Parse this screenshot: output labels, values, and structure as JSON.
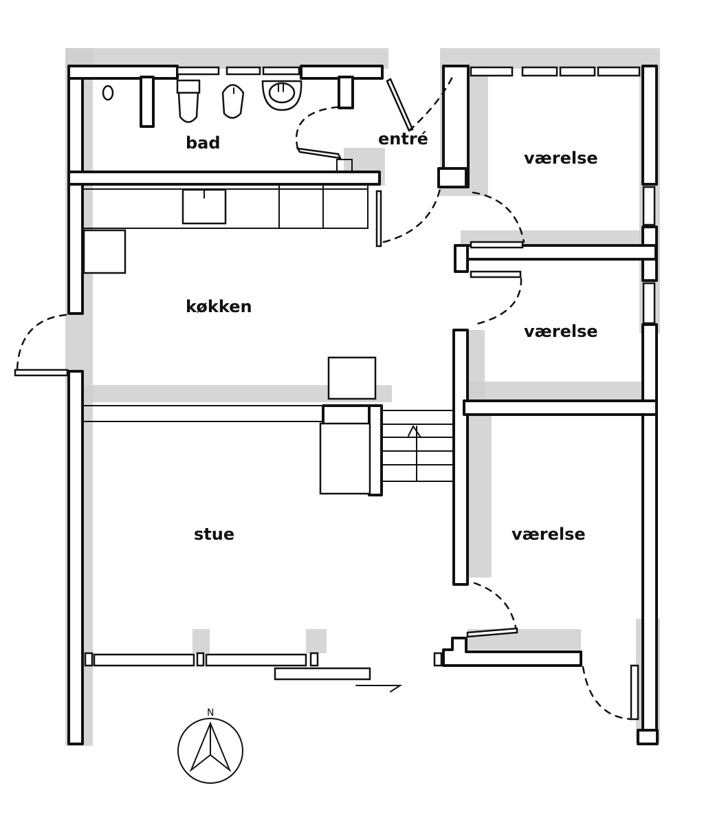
{
  "rooms": {
    "bathroom": "bad",
    "entrance": "entré",
    "bedroom_1": "værelse",
    "kitchen": "køkken",
    "bedroom_2": "værelse",
    "living_room": "stue",
    "bedroom_3": "værelse"
  },
  "compass": {
    "north_label": "N"
  },
  "colors": {
    "ink": "#111111",
    "shadow": "#cfcfcf",
    "paper": "#ffffff"
  }
}
